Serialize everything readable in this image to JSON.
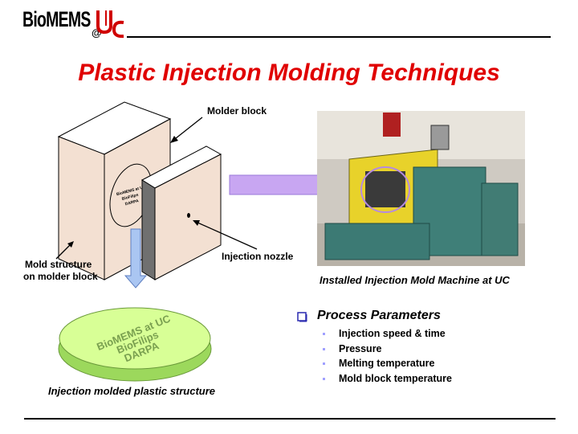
{
  "header": {
    "logo_text": "BioMEMS",
    "logo_at": "@",
    "logo_mark": "UC"
  },
  "title": "Plastic Injection Molding Techniques",
  "labels": {
    "molder_block": "Molder block",
    "injection_nozzle": "Injection nozzle",
    "mold_structure_line1": "Mold structure",
    "mold_structure_line2": "on molder block",
    "mold_text": [
      "BioMEMS at UC",
      "BioFilips",
      "DARPA"
    ]
  },
  "captions": {
    "machine": "Installed Injection Mold Machine at UC",
    "plastic": "Injection molded plastic structure"
  },
  "parameters": {
    "heading": "Process Parameters",
    "items": [
      "Injection speed & time",
      "Pressure",
      "Melting temperature",
      "Mold block temperature"
    ]
  },
  "colors": {
    "title": "#e00000",
    "block_face": "#f0d9c8",
    "disc": "#d6ff8c",
    "arrow": "#c9a6f0",
    "arrow_down": "#a9c4f0"
  }
}
